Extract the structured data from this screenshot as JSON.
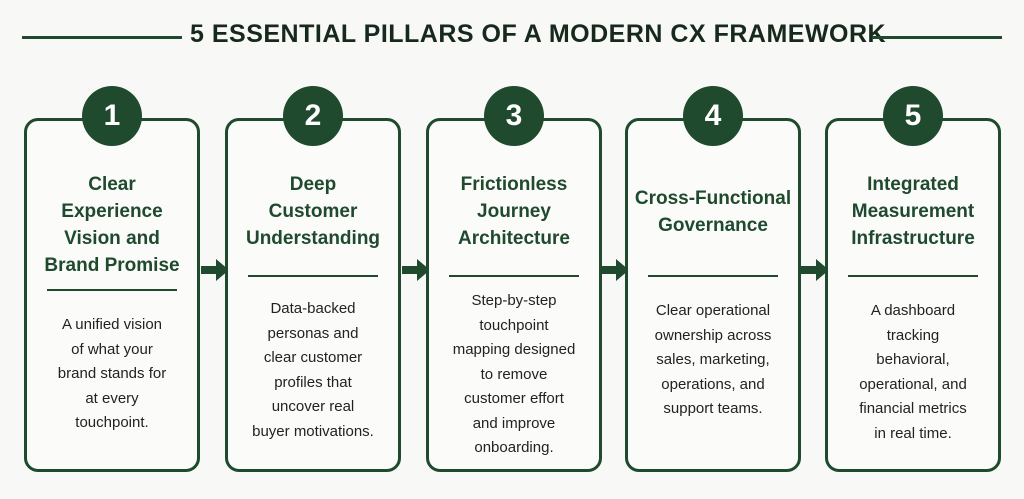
{
  "title": "5 ESSENTIAL PILLARS OF A MODERN CX FRAMEWORK",
  "pillars": [
    {
      "number": "1",
      "title_lines": [
        "Clear",
        "Experience",
        "Vision and",
        "Brand Promise"
      ],
      "desc_lines": [
        "A unified vision",
        "of what your",
        "brand stands for",
        "at every",
        "touchpoint."
      ]
    },
    {
      "number": "2",
      "title_lines": [
        "Deep",
        "Customer",
        "Understanding"
      ],
      "desc_lines": [
        "Data-backed",
        "personas and",
        "clear customer",
        "profiles that",
        "uncover real",
        "buyer motivations."
      ]
    },
    {
      "number": "3",
      "title_lines": [
        "Frictionless",
        "Journey",
        "Architecture"
      ],
      "desc_lines": [
        "Step-by-step",
        "touchpoint",
        "mapping designed",
        "to remove",
        "customer effort",
        "and improve",
        "onboarding."
      ]
    },
    {
      "number": "4",
      "title_lines": [
        "Cross-Functional",
        "Governance"
      ],
      "desc_lines": [
        "Clear operational",
        "ownership across",
        "sales, marketing,",
        "operations, and",
        "support teams."
      ]
    },
    {
      "number": "5",
      "title_lines": [
        "Integrated",
        "Measurement",
        "Infrastructure"
      ],
      "desc_lines": [
        "A dashboard",
        "tracking",
        "behavioral,",
        "operational, and",
        "financial metrics",
        "in real time."
      ]
    }
  ]
}
